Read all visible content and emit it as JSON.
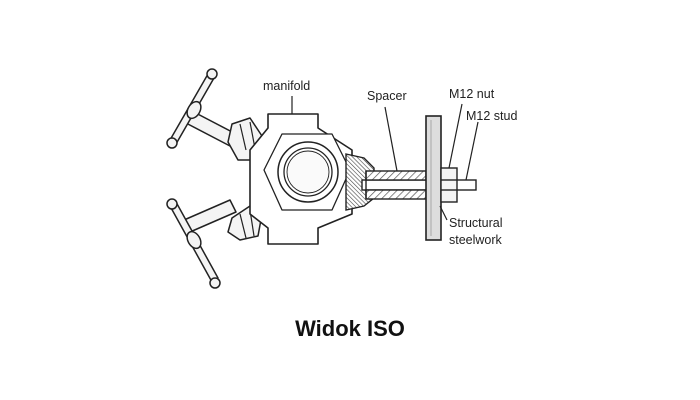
{
  "diagram": {
    "labels": {
      "manifold": "manifold",
      "spacer": "Spacer",
      "nut": "M12 nut",
      "stud": "M12 stud",
      "steel_line1": "Structural",
      "steel_line2": "steelwork"
    }
  },
  "caption": "Widok ISO",
  "colors": {
    "ink": "#222222",
    "metal_fill": "#f4f4f4",
    "hatch": "#555555",
    "steel_fill": "#dddddd"
  }
}
